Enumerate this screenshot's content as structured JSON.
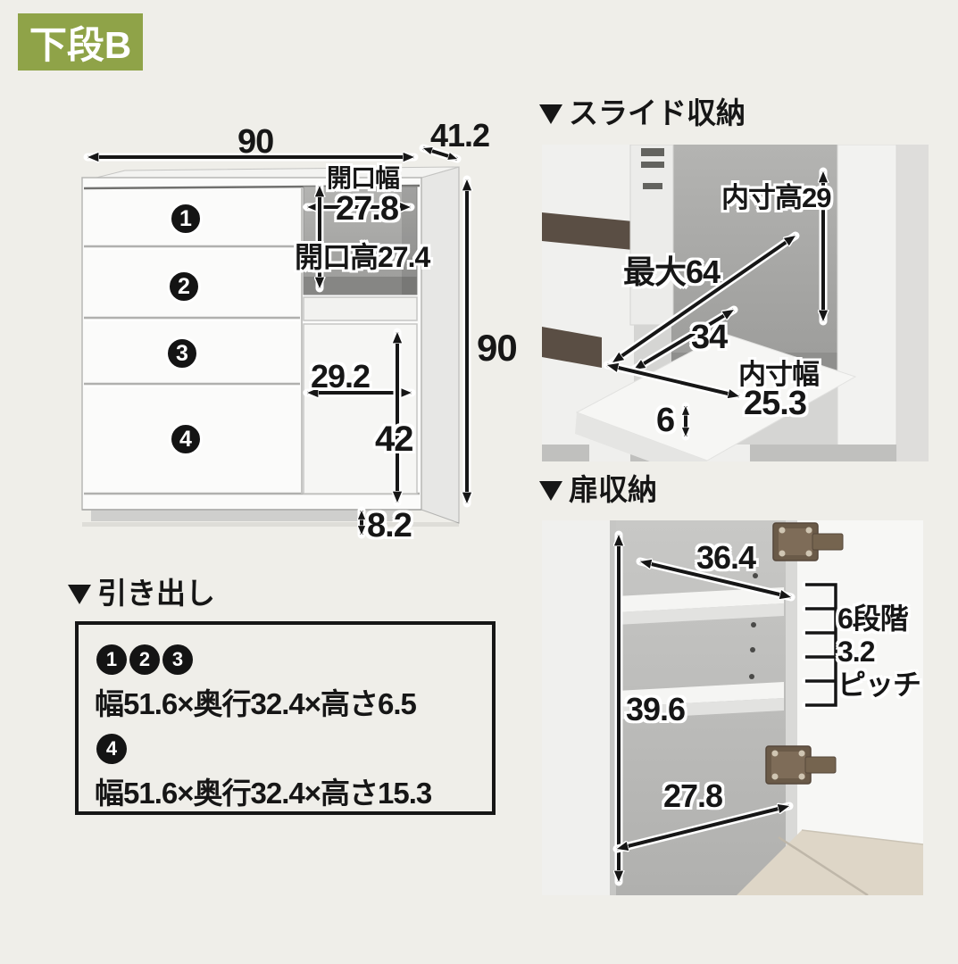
{
  "badge": {
    "label": "下段B"
  },
  "main_diagram": {
    "width_label": "90",
    "depth_label": "41.2",
    "height_label": "90",
    "opening_width_caption": "開口幅",
    "opening_width_value": "27.8",
    "opening_height_label": "開口高27.4",
    "right_drawer_width": "29.2",
    "right_drawer_height": "42",
    "base_height": "8.2",
    "drawers": [
      {
        "number": "1"
      },
      {
        "number": "2"
      },
      {
        "number": "3"
      },
      {
        "number": "4"
      }
    ]
  },
  "slide_section": {
    "title": "スライド収納",
    "inner_height": "内寸高29",
    "max_extension": "最大64",
    "slide_depth": "34",
    "inner_width_caption": "内寸幅",
    "inner_width_value": "25.3",
    "rail_height": "6"
  },
  "door_section": {
    "title": "扉収納",
    "shelf_width": "36.4",
    "pitch_line1": "6段階",
    "pitch_line2": "3.2",
    "pitch_line3": "ピッチ",
    "inner_height": "39.6",
    "bottom_width": "27.8"
  },
  "drawer_box": {
    "title": "引き出し",
    "groups": [
      {
        "ids": [
          "1",
          "2",
          "3"
        ],
        "size": "幅51.6×奥行32.4×高さ6.5"
      },
      {
        "ids": [
          "4"
        ],
        "size": "幅51.6×奥行32.4×高さ15.3"
      }
    ]
  },
  "colors": {
    "page_bg": "#efeee9",
    "badge_bg": "#8fa348",
    "ink": "#161616",
    "wood_gap_brown": "#5a4e44",
    "floor_beige": "#ded6c7"
  }
}
